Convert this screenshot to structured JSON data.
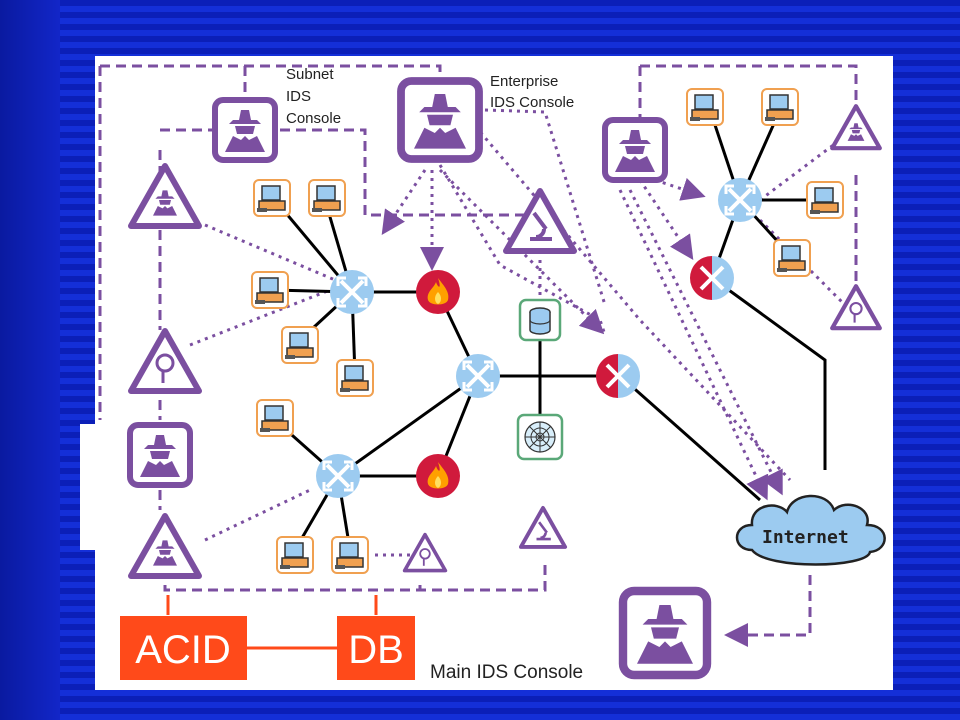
{
  "labels": {
    "subnet_console": [
      "Subnet",
      "IDS",
      "Console"
    ],
    "enterprise_console": [
      "Enterprise",
      "IDS Console"
    ],
    "internet": "Internet",
    "main_console": "Main IDS Console",
    "acid": "ACID",
    "db": "DB"
  },
  "colors": {
    "background": "#0b1fb8",
    "panel": "#ffffff",
    "ids_purple": "#7b4fa0",
    "router_blue": "#9ccbf0",
    "firewall_red": "#d01a3c",
    "flame": "#ffa000",
    "computer_orange": "#f0a050",
    "accent_orange": "#ff4a1a",
    "cloud": "#9ccbf0"
  },
  "icons": {
    "spy": "spy-icon",
    "router": "router-icon",
    "firewall": "firewall-flame-icon",
    "computer": "computer-icon",
    "sensor": "sensor-triangle-icon",
    "microscope": "microscope-icon",
    "magnifier": "magnifier-icon",
    "database": "database-icon",
    "web": "web-server-icon",
    "cloud": "cloud-icon"
  }
}
